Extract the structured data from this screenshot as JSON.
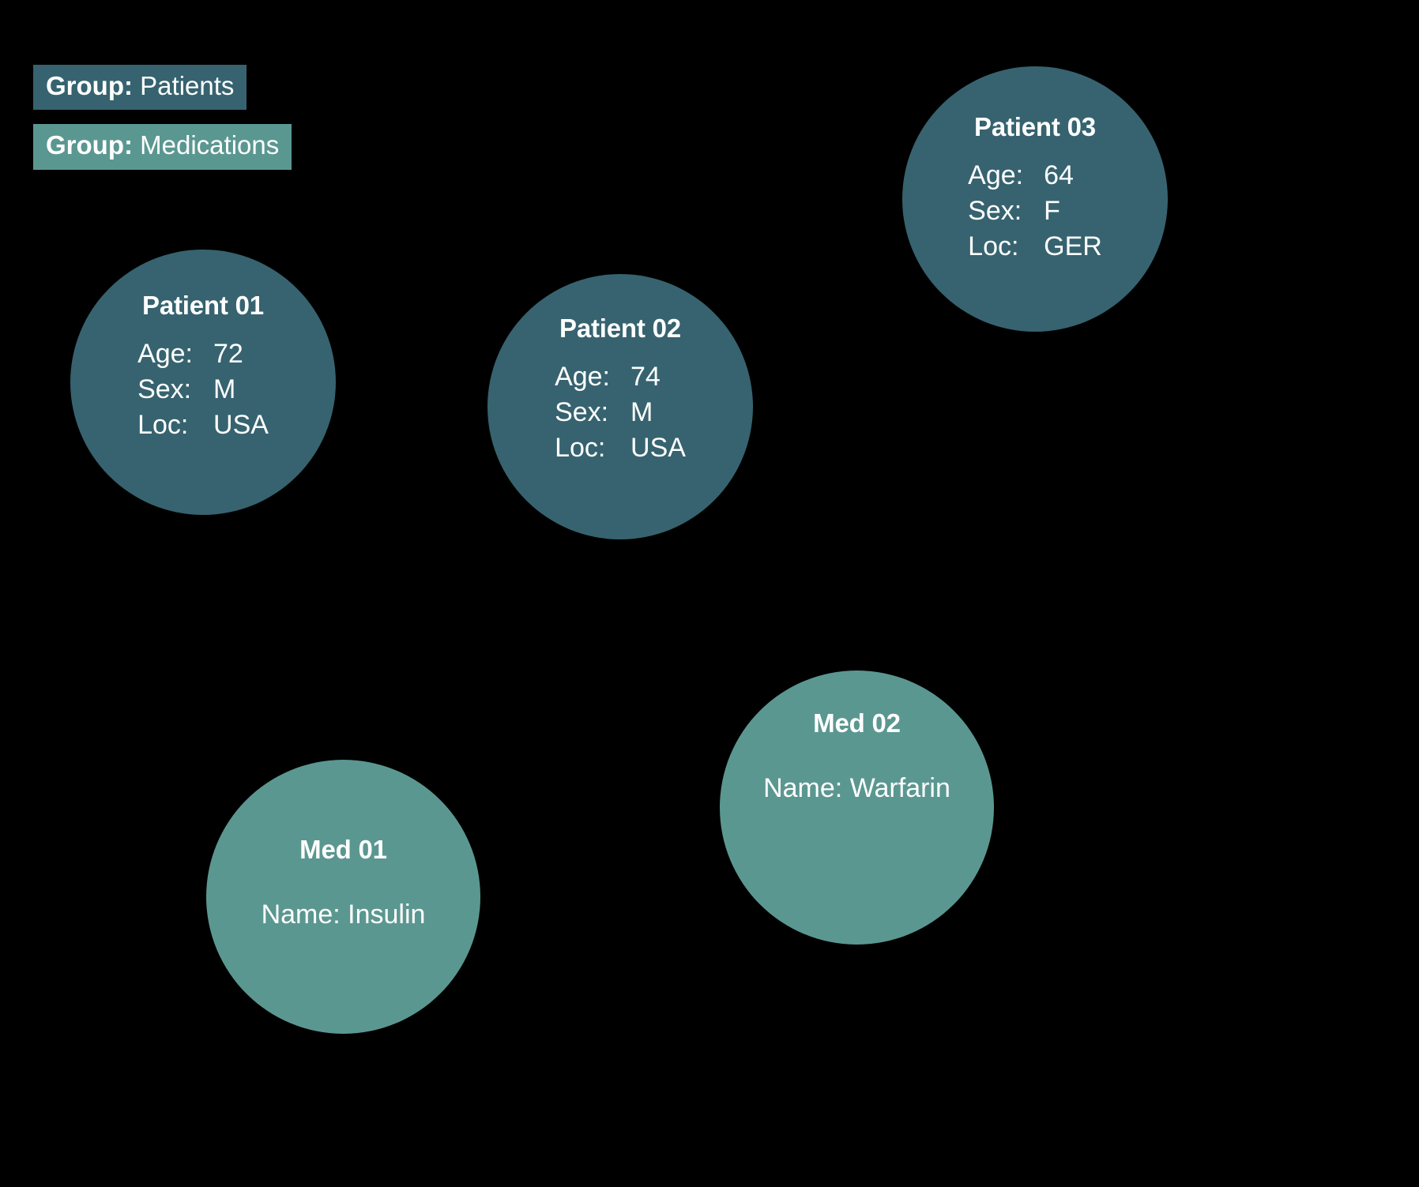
{
  "colors": {
    "background": "#000000",
    "patient_fill": "#36636f",
    "medication_fill": "#5b9791",
    "text": "#ffffff"
  },
  "legend": {
    "items": [
      {
        "key": "Group:",
        "value": "Patients",
        "color": "#36636f"
      },
      {
        "key": "Group:",
        "value": "Medications",
        "color": "#5b9791"
      }
    ]
  },
  "graph": {
    "type": "node-graph",
    "nodes": [
      {
        "id": "patient-01",
        "group": "Patients",
        "title": "Patient 01",
        "color": "#36636f",
        "rows": [
          {
            "label": "Age:",
            "value": "72"
          },
          {
            "label": "Sex:",
            "value": "M"
          },
          {
            "label": "Loc:",
            "value": "USA"
          }
        ]
      },
      {
        "id": "patient-02",
        "group": "Patients",
        "title": "Patient 02",
        "color": "#36636f",
        "rows": [
          {
            "label": "Age:",
            "value": "74"
          },
          {
            "label": "Sex:",
            "value": "M"
          },
          {
            "label": "Loc:",
            "value": "USA"
          }
        ]
      },
      {
        "id": "patient-03",
        "group": "Patients",
        "title": "Patient 03",
        "color": "#36636f",
        "rows": [
          {
            "label": "Age:",
            "value": "64"
          },
          {
            "label": "Sex:",
            "value": "F"
          },
          {
            "label": "Loc:",
            "value": "GER"
          }
        ]
      },
      {
        "id": "med-01",
        "group": "Medications",
        "title": "Med 01",
        "color": "#5b9791",
        "line": "Name: Insulin"
      },
      {
        "id": "med-02",
        "group": "Medications",
        "title": "Med 02",
        "color": "#5b9791",
        "line": "Name: Warfarin"
      }
    ]
  }
}
